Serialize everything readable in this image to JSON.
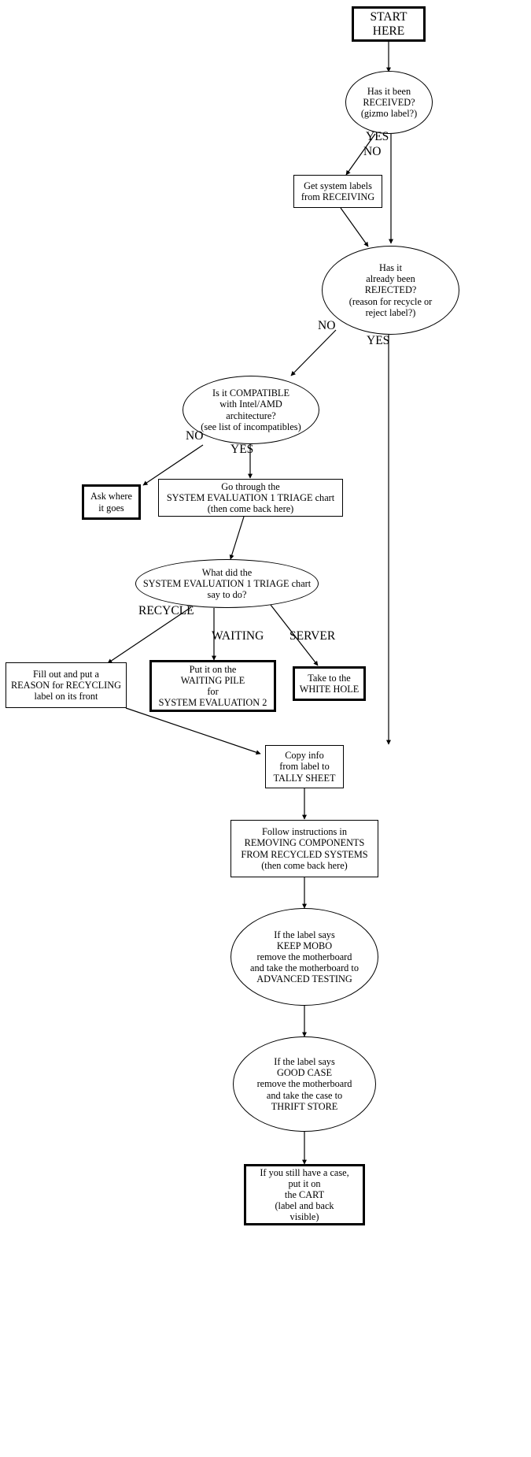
{
  "diagram": {
    "title": "Recycling Triage Flowchart",
    "colors": {
      "ink": "#000000",
      "paper": "#ffffff"
    },
    "nodes": {
      "start": {
        "label": "START HERE",
        "shape": "box-bold"
      },
      "received": {
        "label": "Has it been\nRECEIVED?\n(gizmo label?)",
        "shape": "ellipse"
      },
      "get_labels": {
        "label": "Get system labels\nfrom RECEIVING",
        "shape": "box"
      },
      "rejected": {
        "label": "Has it\nalready been\nREJECTED?\n(reason for recycle or\nreject label?)",
        "shape": "ellipse"
      },
      "compatible": {
        "label": "Is it COMPATIBLE\nwith Intel/AMD\narchitecture?\n(see list of incompatibles)",
        "shape": "ellipse"
      },
      "ask_where": {
        "label": "Ask where\nit goes",
        "shape": "box-bold"
      },
      "go_triage": {
        "label": "Go through the\nSYSTEM EVALUATION 1 TRIAGE chart\n(then come back here)",
        "shape": "box"
      },
      "what_said": {
        "label": "What did the\nSYSTEM EVALUATION 1 TRIAGE chart\nsay to do?",
        "shape": "ellipse"
      },
      "fill_reason": {
        "label": "Fill out and put a\nREASON for RECYCLING\nlabel on its front",
        "shape": "box"
      },
      "waiting_pile": {
        "label": "Put it on the\nWAITING PILE\nfor\nSYSTEM EVALUATION 2",
        "shape": "box-bold"
      },
      "white_hole": {
        "label": "Take to the\nWHITE HOLE",
        "shape": "box-bold"
      },
      "copy_info": {
        "label": "Copy info\nfrom label to\nTALLY SHEET",
        "shape": "box"
      },
      "follow_removing": {
        "label": "Follow instructions in\nREMOVING COMPONENTS\nFROM RECYCLED SYSTEMS\n(then come back here)",
        "shape": "box"
      },
      "keep_mobo": {
        "label": "If the label says\nKEEP MOBO\nremove the motherboard\nand take the motherboard to\nADVANCED TESTING",
        "shape": "ellipse"
      },
      "good_case": {
        "label": "If the label says\nGOOD CASE\nremove the motherboard\nand take the case to\nTHRIFT STORE",
        "shape": "ellipse"
      },
      "cart": {
        "label": "If you still have a case,\nput it on\nthe CART\n(label and back\nvisible)",
        "shape": "box-bold"
      }
    },
    "edge_labels": {
      "received_yes": "YES",
      "received_no": "NO",
      "rejected_no": "NO",
      "rejected_yes": "YES",
      "compatible_no": "NO",
      "compatible_yes": "YES",
      "triage_recycle": "RECYCLE",
      "triage_waiting": "WAITING",
      "triage_server": "SERVER"
    }
  }
}
